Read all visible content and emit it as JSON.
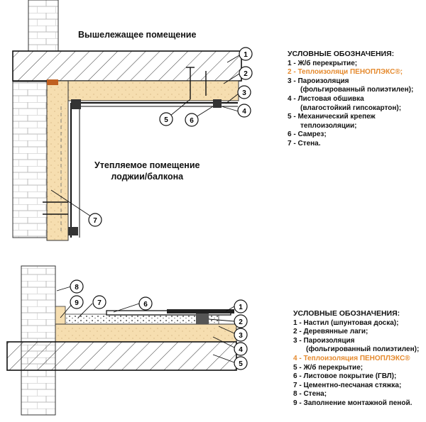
{
  "top": {
    "upper_room_label": "Вышележащее помещение",
    "room_label_line1": "Утепляемое помещение",
    "room_label_line2": "лоджии/балкона",
    "legend_title": "УСЛОВНЫЕ ОБОЗНАЧЕНИЯ:",
    "legend": [
      {
        "text": "1 - Ж/б перекрытие;",
        "highlight": false
      },
      {
        "text": "2 - Теплоизоляци ПЕНОПЛЭКС®;",
        "highlight": true
      },
      {
        "text": "3 - Пароизоляция",
        "highlight": false
      },
      {
        "text": "(фольгированный полиэтилен);",
        "highlight": false,
        "indent": true
      },
      {
        "text": "4 - Листовая обшивка",
        "highlight": false
      },
      {
        "text": "(влагостойкий гипсокартон);",
        "highlight": false,
        "indent": true
      },
      {
        "text": "5 - Механический крепеж",
        "highlight": false
      },
      {
        "text": "теплоизоляции;",
        "highlight": false,
        "indent": true
      },
      {
        "text": "6 - Самрез;",
        "highlight": false
      },
      {
        "text": "7 - Стена.",
        "highlight": false
      }
    ],
    "callouts": [
      "1",
      "2",
      "3",
      "4",
      "5",
      "6",
      "7"
    ]
  },
  "bottom": {
    "legend_title": "УСЛОВНЫЕ ОБОЗНАЧЕНИЯ:",
    "legend": [
      {
        "text": "1 - Настил (шпунтовая доска);",
        "highlight": false
      },
      {
        "text": "2 - Деревянные лаги;",
        "highlight": false
      },
      {
        "text": "3 - Пароизоляция",
        "highlight": false
      },
      {
        "text": "(фольгированный полиэтилен);",
        "highlight": false,
        "indent": true
      },
      {
        "text": "4 - Теплоизоляция ПЕНОПЛЭКС®",
        "highlight": true
      },
      {
        "text": "5 - Ж/б перекрытие;",
        "highlight": false
      },
      {
        "text": "6 - Листовое покрытие (ГВЛ);",
        "highlight": false
      },
      {
        "text": "7 - Цементно-песчаная стяжка;",
        "highlight": false
      },
      {
        "text": "8 - Стена;",
        "highlight": false
      },
      {
        "text": "9 - Заполнение монтажной пеной.",
        "highlight": false
      }
    ],
    "callouts": [
      "1",
      "2",
      "3",
      "4",
      "5",
      "6",
      "7",
      "8",
      "9"
    ]
  },
  "colors": {
    "insulation": "#f6deb0",
    "accent": "#e58a2e",
    "line": "#111111"
  }
}
